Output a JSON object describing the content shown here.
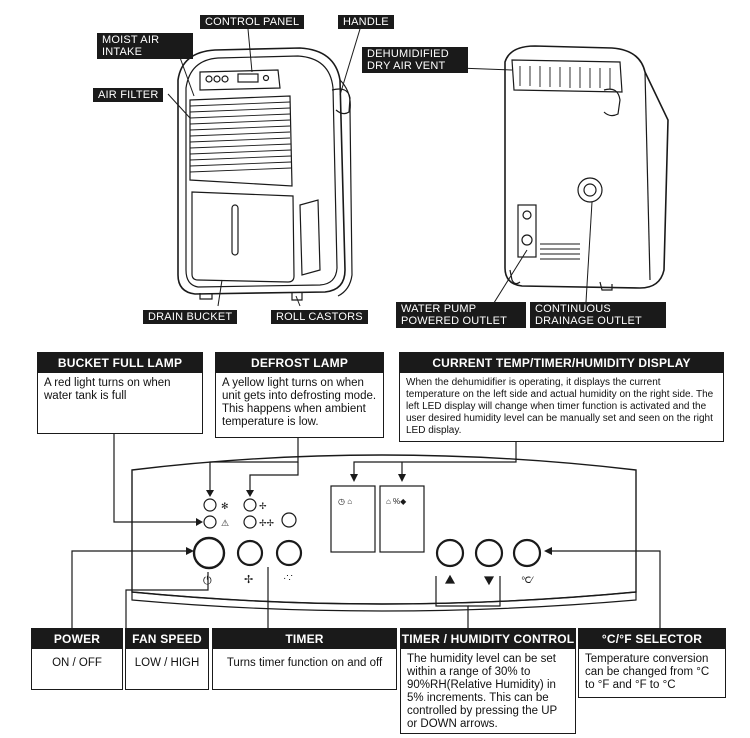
{
  "unit_labels": {
    "moist_air_intake": "MOIST AIR\nINTAKE",
    "control_panel": "CONTROL PANEL",
    "handle": "HANDLE",
    "air_filter": "AIR FILTER",
    "dehumidified_vent": "DEHUMIDIFIED\nDRY AIR VENT",
    "drain_bucket": "DRAIN BUCKET",
    "roll_castors": "ROLL CASTORS",
    "water_pump_outlet": "WATER PUMP\nPOWERED OUTLET",
    "continuous_drainage": "CONTINUOUS\nDRAINAGE OUTLET"
  },
  "callouts": {
    "bucket_full": {
      "title": "BUCKET FULL LAMP",
      "text": "A red light turns on when water tank is full"
    },
    "defrost": {
      "title": "DEFROST LAMP",
      "text": "A yellow light turns on when unit gets into defrosting mode. This happens when ambient temperature is low."
    },
    "display": {
      "title": "CURRENT TEMP/TIMER/HUMIDITY DISPLAY",
      "text": "When the dehumidifier is operating, it displays the current temperature on the left side and actual humidity on the right side. The left LED display will change when timer function is activated and the user desired humidity level can be manually set and seen on the right LED display."
    },
    "power": {
      "title": "POWER",
      "text": "ON / OFF"
    },
    "fan_speed": {
      "title": "FAN SPEED",
      "text": "LOW / HIGH"
    },
    "timer": {
      "title": "TIMER",
      "text": "Turns timer function on and off"
    },
    "timer_humidity": {
      "title": "TIMER / HUMIDITY CONTROL",
      "text": "The humidity level can be set within a range of 30% to 90%RH(Relative Humidity) in 5% increments. This can be controlled by pressing the UP or DOWN arrows."
    },
    "cf_selector": {
      "title": "°C/°F SELECTOR",
      "text": "Temperature conversion can be changed from °C to °F and °F to °C"
    }
  }
}
